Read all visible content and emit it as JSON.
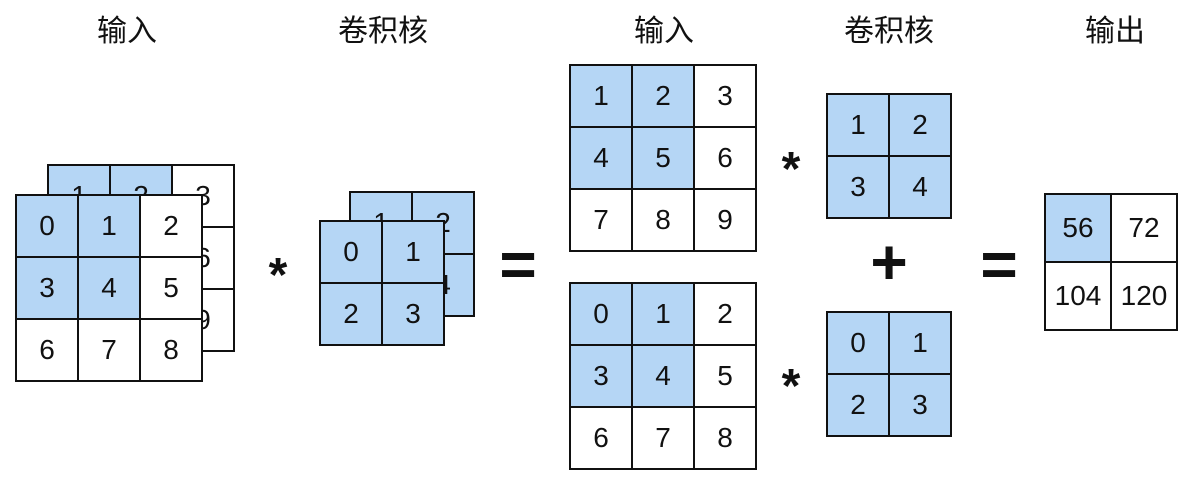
{
  "labels": {
    "input_left": "输入",
    "kernel_left": "卷积核",
    "input_mid": "输入",
    "kernel_mid": "卷积核",
    "output": "输出"
  },
  "operators": {
    "multiply": "*",
    "equals": "=",
    "plus": "+"
  },
  "colors": {
    "highlight": "#b5d6f5",
    "border": "#111111"
  },
  "input": {
    "channel_back": [
      [
        "1",
        "2",
        "3"
      ],
      [
        "4",
        "5",
        "6"
      ],
      [
        "7",
        "8",
        "9"
      ]
    ],
    "channel_front": [
      [
        "0",
        "1",
        "2"
      ],
      [
        "3",
        "4",
        "5"
      ],
      [
        "6",
        "7",
        "8"
      ]
    ]
  },
  "kernel": {
    "channel_back": [
      [
        "1",
        "2"
      ],
      [
        "3",
        "4"
      ]
    ],
    "channel_front": [
      [
        "0",
        "1"
      ],
      [
        "2",
        "3"
      ]
    ]
  },
  "output": [
    [
      "56",
      "72"
    ],
    [
      "104",
      "120"
    ]
  ]
}
